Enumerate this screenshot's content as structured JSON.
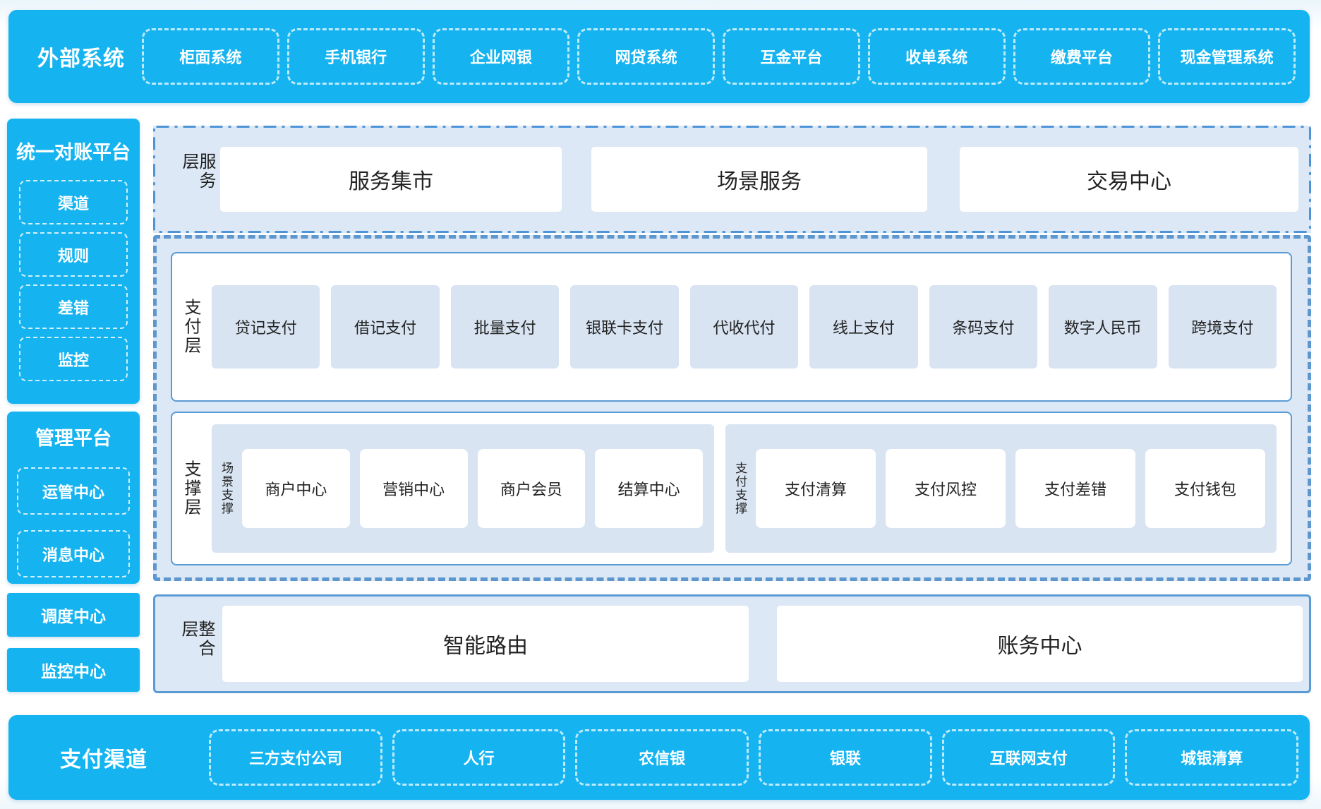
{
  "colors": {
    "blue": "#15B4F1",
    "panel_bg": "#DCE8F5",
    "panel_border": "#5B9BD5",
    "dashed_border": "#5E96CE",
    "dashdot_border": "#4E94D8",
    "item_bg": "#D8E4F2",
    "text_dark": "#1F1F1F"
  },
  "external_systems": {
    "title": "外部系统",
    "items": [
      "柜面系统",
      "手机银行",
      "企业网银",
      "网贷系统",
      "互金平台",
      "收单系统",
      "缴费平台",
      "现金管理系统"
    ]
  },
  "sidebar": {
    "reconciliation": {
      "title": "统一对账平台",
      "items": [
        "渠道",
        "规则",
        "差错",
        "监控"
      ]
    },
    "management": {
      "title": "管理平台",
      "items": [
        "运管中心",
        "消息中心"
      ]
    },
    "solo_items": [
      "调度中心",
      "监控中心"
    ]
  },
  "service_layer": {
    "label": "服务层",
    "items": [
      "服务集市",
      "场景服务",
      "交易中心"
    ]
  },
  "payment_layer": {
    "label": "支付层",
    "items": [
      "贷记支付",
      "借记支付",
      "批量支付",
      "银联卡支付",
      "代收代付",
      "线上支付",
      "条码支付",
      "数字人民币",
      "跨境支付"
    ]
  },
  "support_layer": {
    "label": "支撑层",
    "groups": [
      {
        "label": "场景支撑",
        "items": [
          "商户中心",
          "营销中心",
          "商户会员",
          "结算中心"
        ]
      },
      {
        "label": "支付支撑",
        "items": [
          "支付清算",
          "支付风控",
          "支付差错",
          "支付钱包"
        ]
      }
    ]
  },
  "integration_layer": {
    "label": "整合层",
    "items": [
      "智能路由",
      "账务中心"
    ]
  },
  "payment_channels": {
    "title": "支付渠道",
    "items": [
      "三方支付公司",
      "人行",
      "农信银",
      "银联",
      "互联网支付",
      "城银清算"
    ]
  }
}
